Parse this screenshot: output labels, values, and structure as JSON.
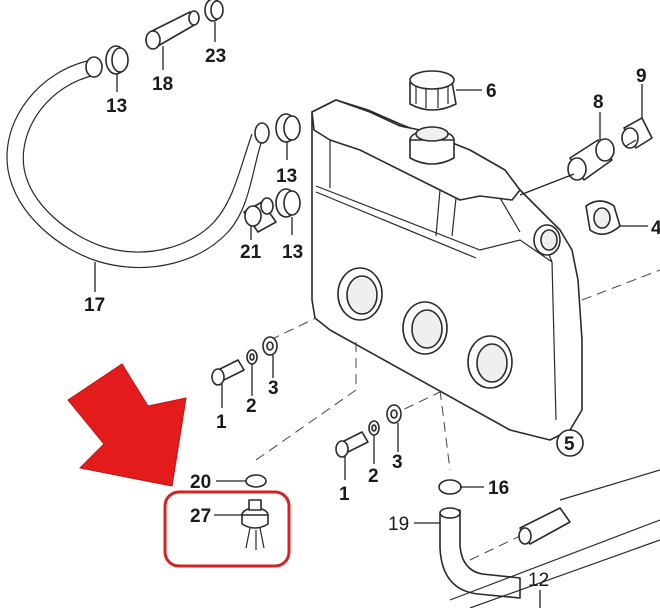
{
  "diagram": {
    "labels": {
      "p1a": "1",
      "p1b": "1",
      "p2a": "2",
      "p2b": "2",
      "p3a": "3",
      "p3b": "3",
      "p4": "4",
      "p5": "5",
      "p6": "6",
      "p8": "8",
      "p9": "9",
      "p12": "12",
      "p13a": "13",
      "p13b": "13",
      "p13c": "13",
      "p16": "16",
      "p17": "17",
      "p18": "18",
      "p19": "19",
      "p20": "20",
      "p21": "21",
      "p23": "23",
      "p27": "27"
    },
    "colors": {
      "arrow": "#e31b1b",
      "highlight_box": "#d42323",
      "line": "#2a2a2a"
    },
    "icons": {
      "pointer": "red-arrow-icon",
      "highlight": "rounded-rectangle-highlight"
    }
  }
}
